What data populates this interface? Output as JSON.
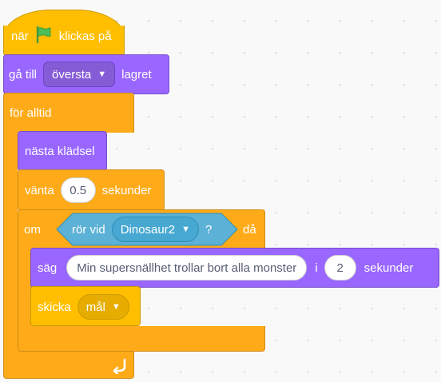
{
  "workspace": {
    "hat": {
      "label_before": "när",
      "flag_icon": "green-flag-icon",
      "label_after": "klickas på"
    },
    "goto_layer": {
      "label_before": "gå till",
      "dropdown_value": "översta",
      "label_after": "lagret"
    },
    "forever": {
      "label": "för alltid",
      "arrow_icon": "loop-arrow-icon"
    },
    "next_costume": {
      "label": "nästa klädsel"
    },
    "wait": {
      "label_before": "vänta",
      "value": "0.5",
      "label_after": "sekunder"
    },
    "if_block": {
      "label_before": "om",
      "label_after": "då"
    },
    "touching": {
      "label_before": "rör vid",
      "dropdown_value": "Dinosaur2",
      "label_after": "?"
    },
    "say_for": {
      "label_before": "säg",
      "message": "Min supersnällhet trollar bort alla monster",
      "label_mid": "i",
      "seconds": "2",
      "label_after": "sekunder"
    },
    "broadcast": {
      "label": "skicka",
      "dropdown_value": "mål"
    }
  },
  "colors": {
    "events": "#ffbf00",
    "control": "#ffab19",
    "looks": "#9966ff",
    "sensing": "#5cb1d6",
    "flag": "#4cbf56"
  }
}
